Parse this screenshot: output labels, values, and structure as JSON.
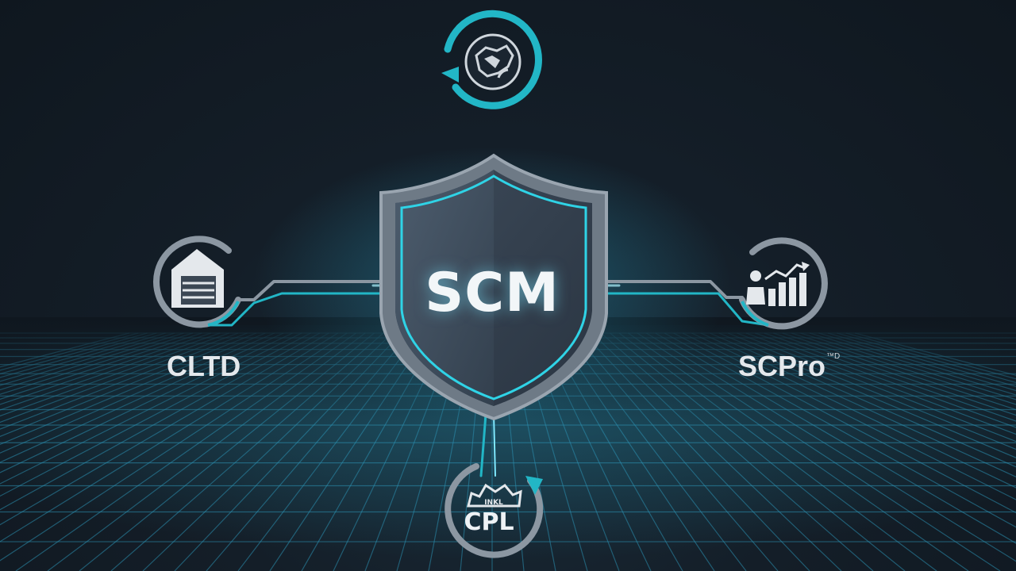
{
  "diagram": {
    "center": {
      "label": "SCM"
    },
    "nodes": {
      "top": {
        "label": "",
        "icon": "global-sync-icon"
      },
      "left": {
        "label": "CLTD",
        "icon": "warehouse-icon"
      },
      "right": {
        "label": "SCPro",
        "suffix": "™D",
        "icon": "analytics-chart-icon"
      },
      "bottom": {
        "label": "CPL",
        "icon": "logistics-badge-icon"
      }
    }
  },
  "colors": {
    "background": "#131c25",
    "accent_teal": "#22b6c6",
    "glow_cyan": "#7fe9ff",
    "ring_gray": "#8c97a2",
    "shield_fill": "#3e4c5c",
    "text": "#e4e8ec"
  }
}
